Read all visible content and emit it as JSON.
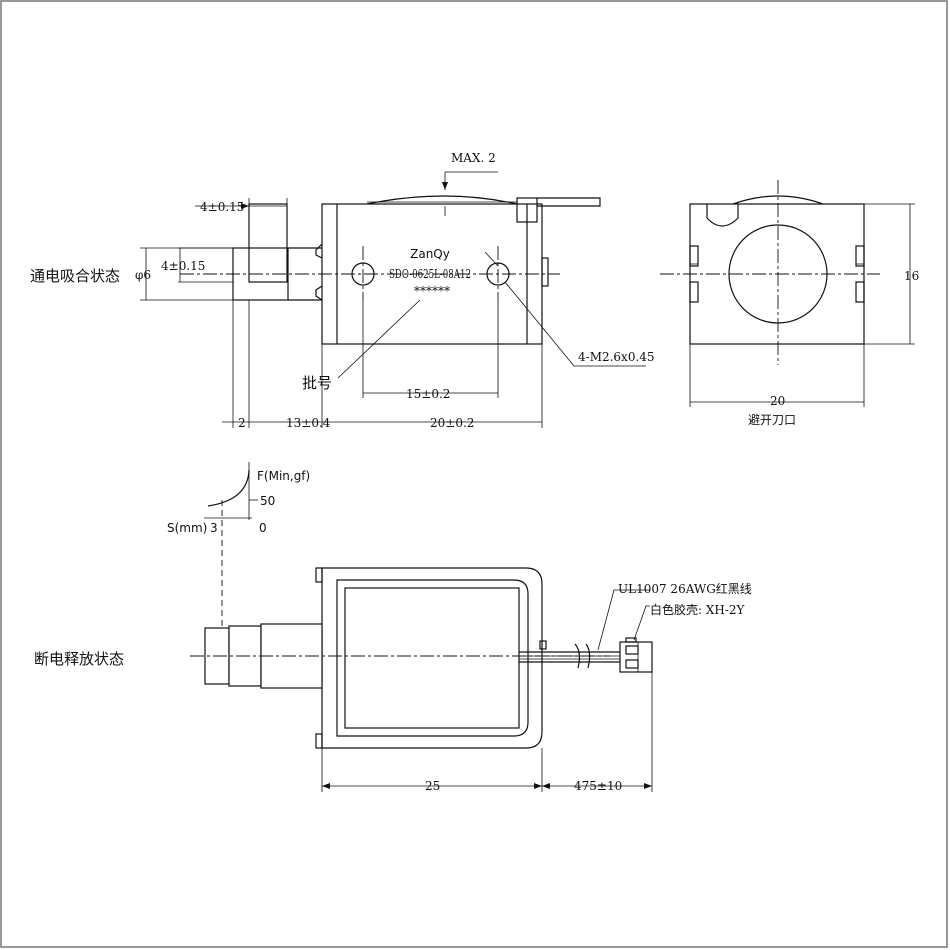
{
  "labels": {
    "state_energized": "通电吸合状态",
    "state_deenergized": "断电释放状态",
    "batch_number": "批号",
    "notch": "避开刀口",
    "model": "SDO-0625L-08A12",
    "brand": "ZanQy",
    "batch_marks": "******"
  },
  "dimensions": {
    "max_gap": "MAX. 2",
    "plunger_tol_top": "4±0.15",
    "plunger_tol_side": "4±0.15",
    "diameter": "φ6",
    "screw": "4-M2.6x0.45",
    "hole_spacing": "15±0.2",
    "stroke_dim": "2",
    "frame_offset": "13±0.4",
    "body_length": "20±0.2",
    "side_width": "20",
    "side_height": "16",
    "coil_length": "25",
    "lead_length": "475±10"
  },
  "wire": {
    "cable": "UL1007 26AWG红黑线",
    "connector": "白色胶壳: XH-2Y"
  },
  "force_graph": {
    "y_label": "F(Min,gf)",
    "x_label": "S(mm)",
    "force_value": "50",
    "stroke_value": "3",
    "origin": "0"
  }
}
